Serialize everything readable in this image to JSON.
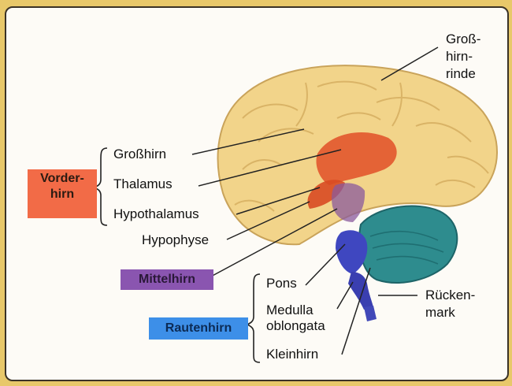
{
  "groups": {
    "vorderhirn": {
      "line1": "Vorder-",
      "line2": "hirn",
      "color": "#f26b47"
    },
    "mittelhirn": {
      "label": "Mittelhirn",
      "color": "#8a55b0"
    },
    "rautenhirn": {
      "label": "Rautenhirn",
      "color": "#3d8fe8"
    }
  },
  "labels": {
    "grosshirn": "Großhirn",
    "thalamus": "Thalamus",
    "hypothalamus": "Hypothalamus",
    "hypophyse": "Hypophyse",
    "pons": "Pons",
    "medulla_1": "Medulla",
    "medulla_2": "oblongata",
    "kleinhirn": "Kleinhirn",
    "grosshirnrinde_1": "Groß-",
    "grosshirnrinde_2": "hirn-",
    "grosshirnrinde_3": "rinde",
    "rueckenmark_1": "Rücken-",
    "rueckenmark_2": "mark"
  }
}
